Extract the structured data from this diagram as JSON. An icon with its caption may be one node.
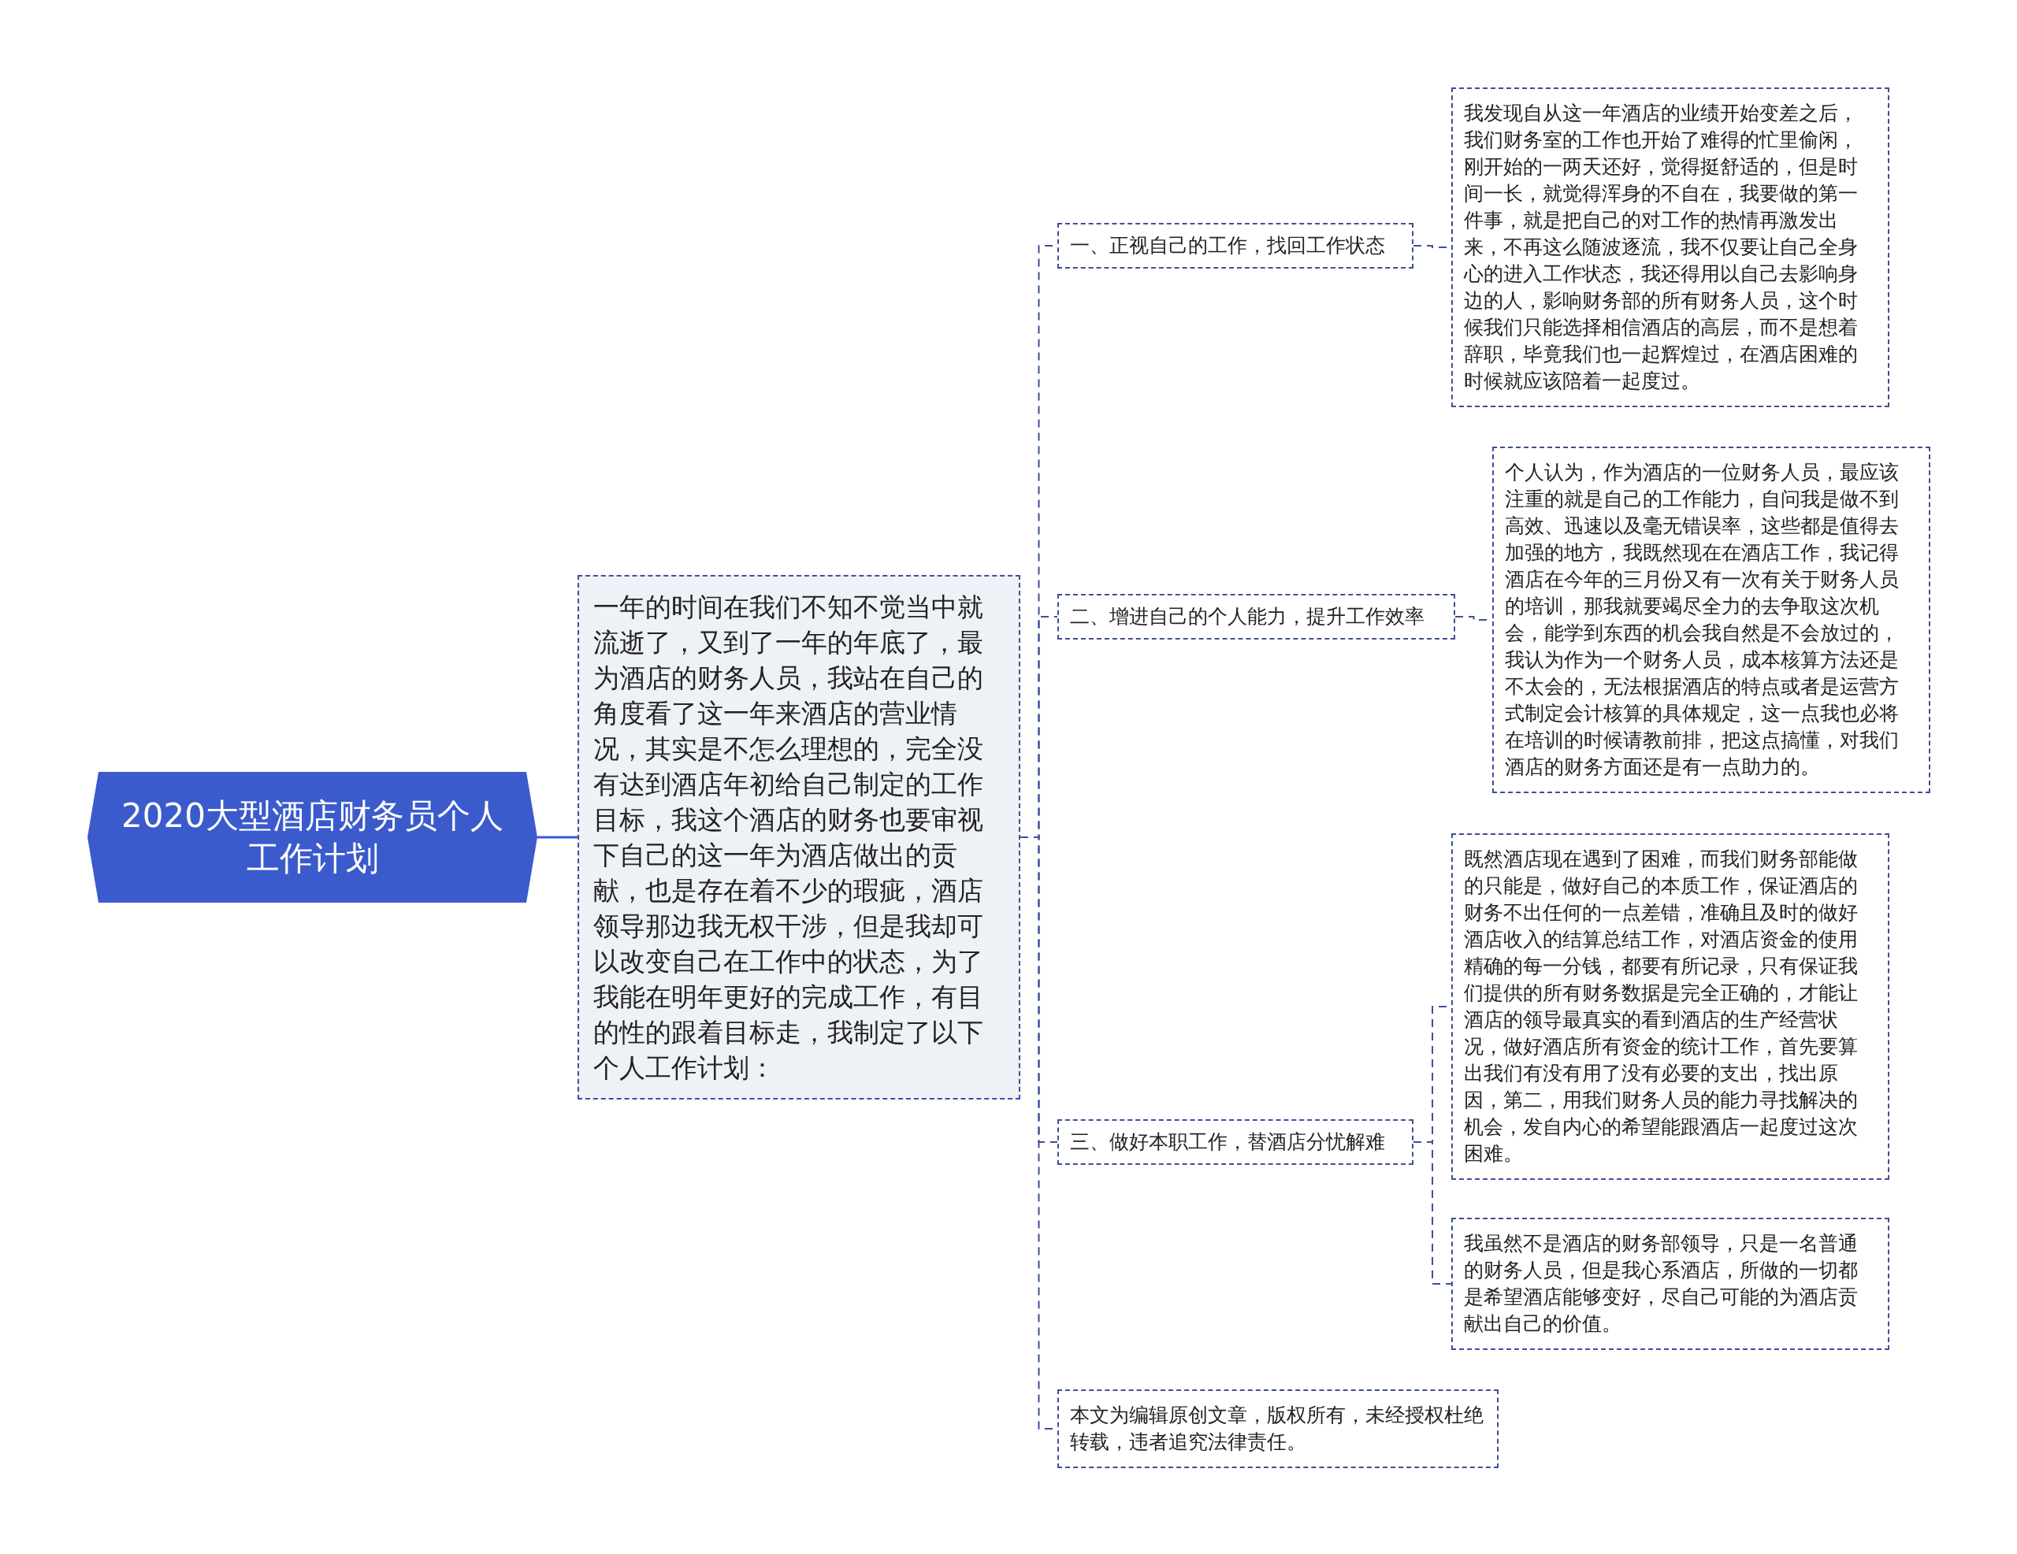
{
  "diagram": {
    "nodes": [
      {
        "text": [
          "2020大型酒店财务员个人工作计划"
        ]
      },
      {
        "text": [
          "一年的时间在我们不知不觉当中就流逝了，又到了一年的年底了，最为酒店的财务人员，我站在自己的角度看了这一年来酒店的营业情况，其实是不怎么理想的，完全没有达到酒店年初给自己制定的工作目标，我这个酒店的财务也要审视下自己的这一年为酒店做出的贡献，也是存在着不少的瑕疵，酒店领导那边我无权干涉，但是我却可以改变自己在工作中的状态，为了我能在明年更好的完成工作，有目的性的跟着目标走，我制定了以下个人工作计划："
        ]
      },
      {
        "text": [
          "一、正视自己的工作，找回工作状态"
        ]
      },
      {
        "text": [
          "我发现自从这一年酒店的业绩开始变差之后，我们财务室的工作也开始了难得的忙里偷闲，刚开始的一两天还好，觉得挺舒适的，但是时间一长，就觉得浑身的不自在，我要做的第一件事，就是把自己的对工作的热情再激发出来，不再这么随波逐流，我不仅要让自己全身心的进入工作状态，我还得用以自己去影响身边的人，影响财务部的所有财务人员，这个时候我们只能选择相信酒店的高层，而不是想着辞职，毕竟我们也一起辉煌过，在酒店困难的时候就应该陪着一起度过。"
        ]
      },
      {
        "text": [
          "二、增进自己的个人能力，提升工作效率"
        ]
      },
      {
        "text": [
          "个人认为，作为酒店的一位财务人员，最应该注重的就是自己的工作能力，自问我是做不到高效、迅速以及毫无错误率，这些都是值得去加强的地方，我既然现在在酒店工作，我记得酒店在今年的三月份又有一次有关于财务人员的培训，那我就要竭尽全力的去争取这次机会，能学到东西的机会我自然是不会放过的，我认为作为一个财务人员，成本核算方法还是不太会的，无法根据酒店的特点或者是运营方式制定会计核算的具体规定，这一点我也必将在培训的时候请教前排，把这点搞懂，对我们酒店的财务方面还是有一点助力的。"
        ]
      },
      {
        "text": [
          "三、做好本职工作，替酒店分忧解难"
        ]
      },
      {
        "text": [
          "既然酒店现在遇到了困难，而我们财务部能做的只能是，做好自己的本质工作，保证酒店的财务不出任何的一点差错，准确且及时的做好酒店收入的结算总结工作，对酒店资金的使用精确的每一分钱，都要有所记录，只有保证我们提供的所有财务数据是完全正确的，才能让酒店的领导最真实的看到酒店的生产经营状况，做好酒店所有资金的统计工作，首先要算出我们有没有用了没有必要的支出，找出原因，第二，用我们财务人员的能力寻找解决的机会，发自内心的希望能跟酒店一起度过这次困难。"
        ]
      },
      {
        "text": [
          "我虽然不是酒店的财务部领导，只是一名普通的财务人员，但是我心系酒店，所做的一切都是希望酒店能够变好，尽自己可能的为酒店贡献出自己的价值。"
        ]
      },
      {
        "text": [
          "本文为编辑原创文章，版权所有，未经授权杜绝转载，违者追究法律责任。"
        ]
      }
    ],
    "edges": [
      {
        "from": 0,
        "to": 1,
        "arrow": "none"
      },
      {
        "from": 1,
        "to": 2,
        "arrow": "none",
        "style": "dashed"
      },
      {
        "from": 1,
        "to": 4,
        "arrow": "none",
        "style": "dashed"
      },
      {
        "from": 1,
        "to": 6,
        "arrow": "none",
        "style": "dashed"
      },
      {
        "from": 1,
        "to": 9,
        "arrow": "none",
        "style": "dashed"
      },
      {
        "from": 2,
        "to": 3,
        "arrow": "none",
        "style": "dashed"
      },
      {
        "from": 4,
        "to": 5,
        "arrow": "none",
        "style": "dashed"
      },
      {
        "from": 6,
        "to": 7,
        "arrow": "none",
        "style": "dashed"
      },
      {
        "from": 6,
        "to": 8,
        "arrow": "none",
        "style": "dashed"
      }
    ]
  }
}
